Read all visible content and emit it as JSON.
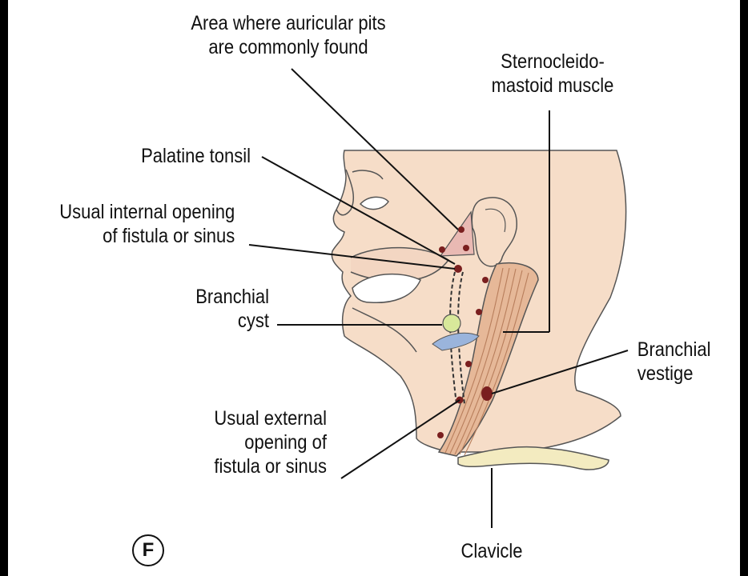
{
  "labels": {
    "auricular_pits": [
      "Area where auricular pits",
      "are commonly found"
    ],
    "scm": [
      "Sternocleido-",
      "mastoid muscle"
    ],
    "palatine_tonsil": [
      "Palatine tonsil"
    ],
    "internal_opening": [
      "Usual internal opening",
      "of fistula or sinus"
    ],
    "branchial_cyst": [
      "Branchial",
      "cyst"
    ],
    "branchial_vestige": [
      "Branchial",
      "vestige"
    ],
    "external_opening": [
      "Usual external",
      "opening of",
      "fistula or sinus"
    ],
    "clavicle": [
      "Clavicle"
    ]
  },
  "panel_letter": "F",
  "colors": {
    "skin": "#f6ddc8",
    "muscle": "#e6b898",
    "muscle_stripe": "#b87e5c",
    "dot": "#7a1f1f",
    "cyst": "#d8e89a",
    "cyst_vessel": "#9ab4dc",
    "clavicle": "#f3ebc0",
    "pits_triangle": "#e9b9b3"
  }
}
